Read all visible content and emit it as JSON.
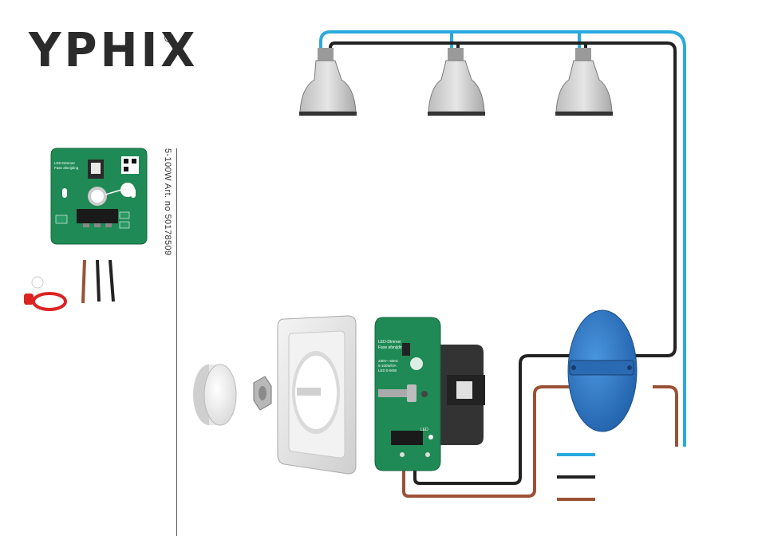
{
  "brand": {
    "name": "YPHIX",
    "registered": "®"
  },
  "product": {
    "article_text": "5-100W Art. no 50178509"
  },
  "module_labels": {
    "line1": "LED-Dimmer",
    "line2": "Fase afsnijding",
    "spec1": "230V~ 50Hz",
    "spec2": "5-100W/VA",
    "spec3": "LED 5-50W"
  },
  "terminal_label": "LED",
  "colors": {
    "neutral_wire": "#2aa9df",
    "live_wire": "#222222",
    "switched_wire": "#9a5236",
    "junction_box": "#2e78c8",
    "module_green": "#1f8a55"
  },
  "icons": [
    "lamp-icon",
    "knob-icon",
    "nut-icon",
    "wall-plate-icon",
    "dimmer-module-icon",
    "junction-box-icon",
    "wire-set-icon"
  ]
}
